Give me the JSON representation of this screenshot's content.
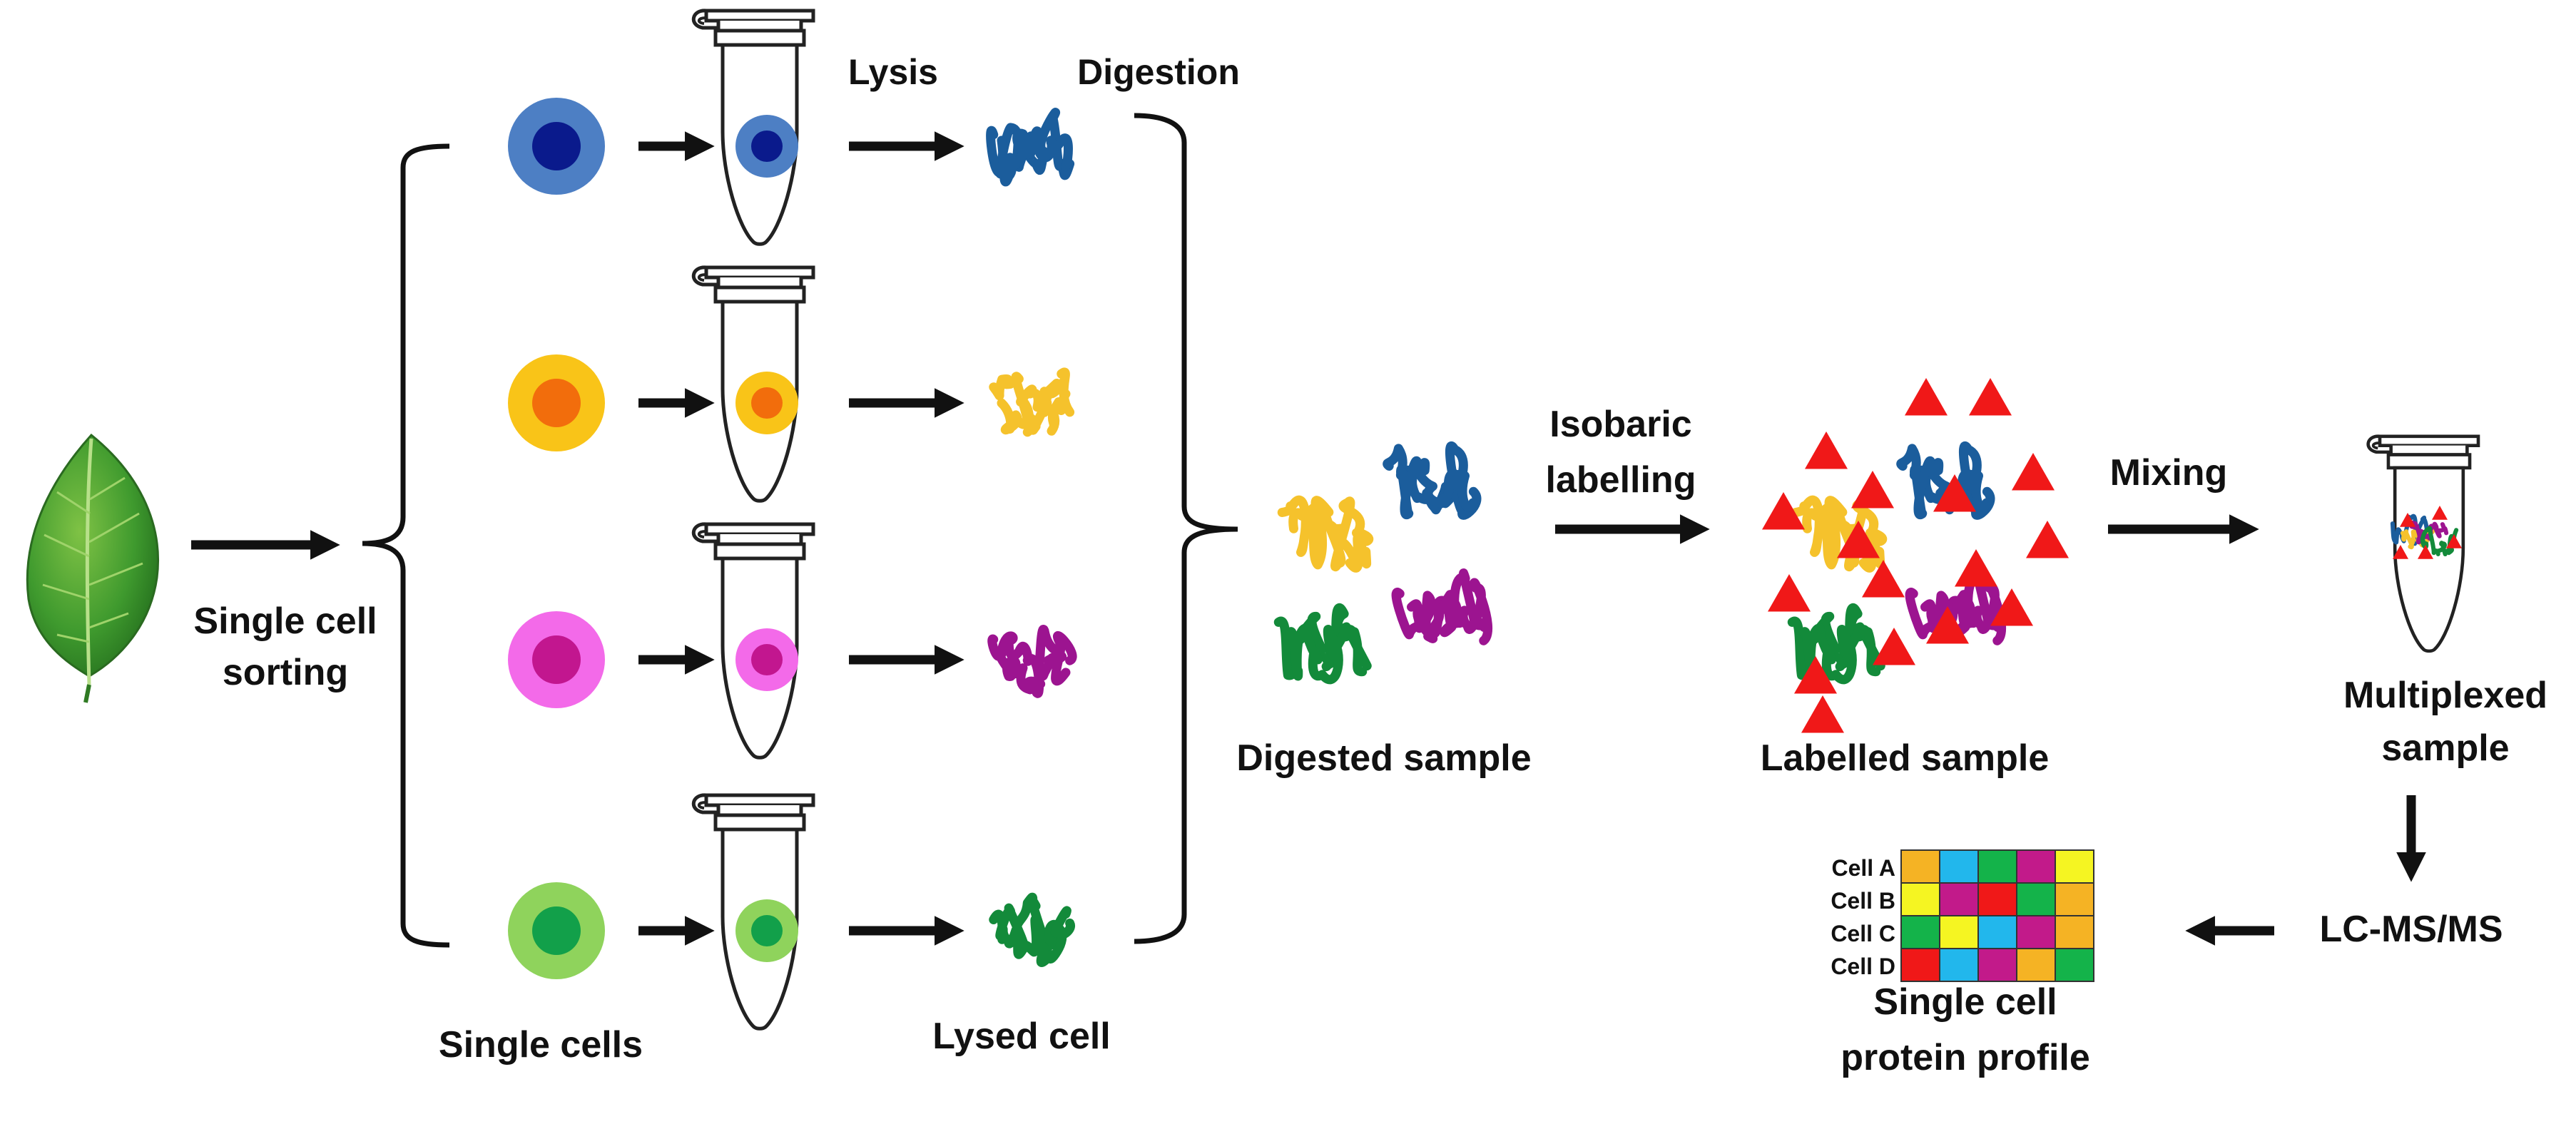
{
  "labels": {
    "lysis": "Lysis",
    "digestion": "Digestion",
    "single_cell_sorting_line1": "Single cell",
    "single_cell_sorting_line2": "sorting",
    "single_cells": "Single cells",
    "lysed_cell": "Lysed cell",
    "digested_sample": "Digested sample",
    "isobaric_line1": "Isobaric",
    "isobaric_line2": "labelling",
    "labelled_sample": "Labelled sample",
    "mixing": "Mixing",
    "multiplexed_line1": "Multiplexed",
    "multiplexed_line2": "sample",
    "lcms": "LC-MS/MS",
    "profile_line1": "Single cell",
    "profile_line2": "protein profile"
  },
  "cells": [
    {
      "name": "blue",
      "outer": "#4d7fc4",
      "inner": "#0a1a8c",
      "peptide": "#1b5d9c"
    },
    {
      "name": "yellow",
      "outer": "#f9c418",
      "inner": "#f26d0c",
      "peptide": "#f5c22c"
    },
    {
      "name": "pink",
      "outer": "#f36ae9",
      "inner": "#c2168f",
      "peptide": "#9c1490"
    },
    {
      "name": "green",
      "outer": "#8fd35c",
      "inner": "#12a04a",
      "peptide": "#138a3a"
    }
  ],
  "tag_color": "#f01818",
  "profile": {
    "rows": [
      "Cell A",
      "Cell B",
      "Cell C",
      "Cell D"
    ],
    "colors": [
      [
        "#f5b324",
        "#22b7ec",
        "#14b34a",
        "#c21a8a",
        "#f5f522"
      ],
      [
        "#f5f522",
        "#c21a8a",
        "#f01818",
        "#14b34a",
        "#f5b324"
      ],
      [
        "#14b34a",
        "#f5f522",
        "#22b7ec",
        "#c21a8a",
        "#f5b324"
      ],
      [
        "#f01818",
        "#22b7ec",
        "#c21a8a",
        "#f5b324",
        "#14b34a"
      ]
    ]
  }
}
